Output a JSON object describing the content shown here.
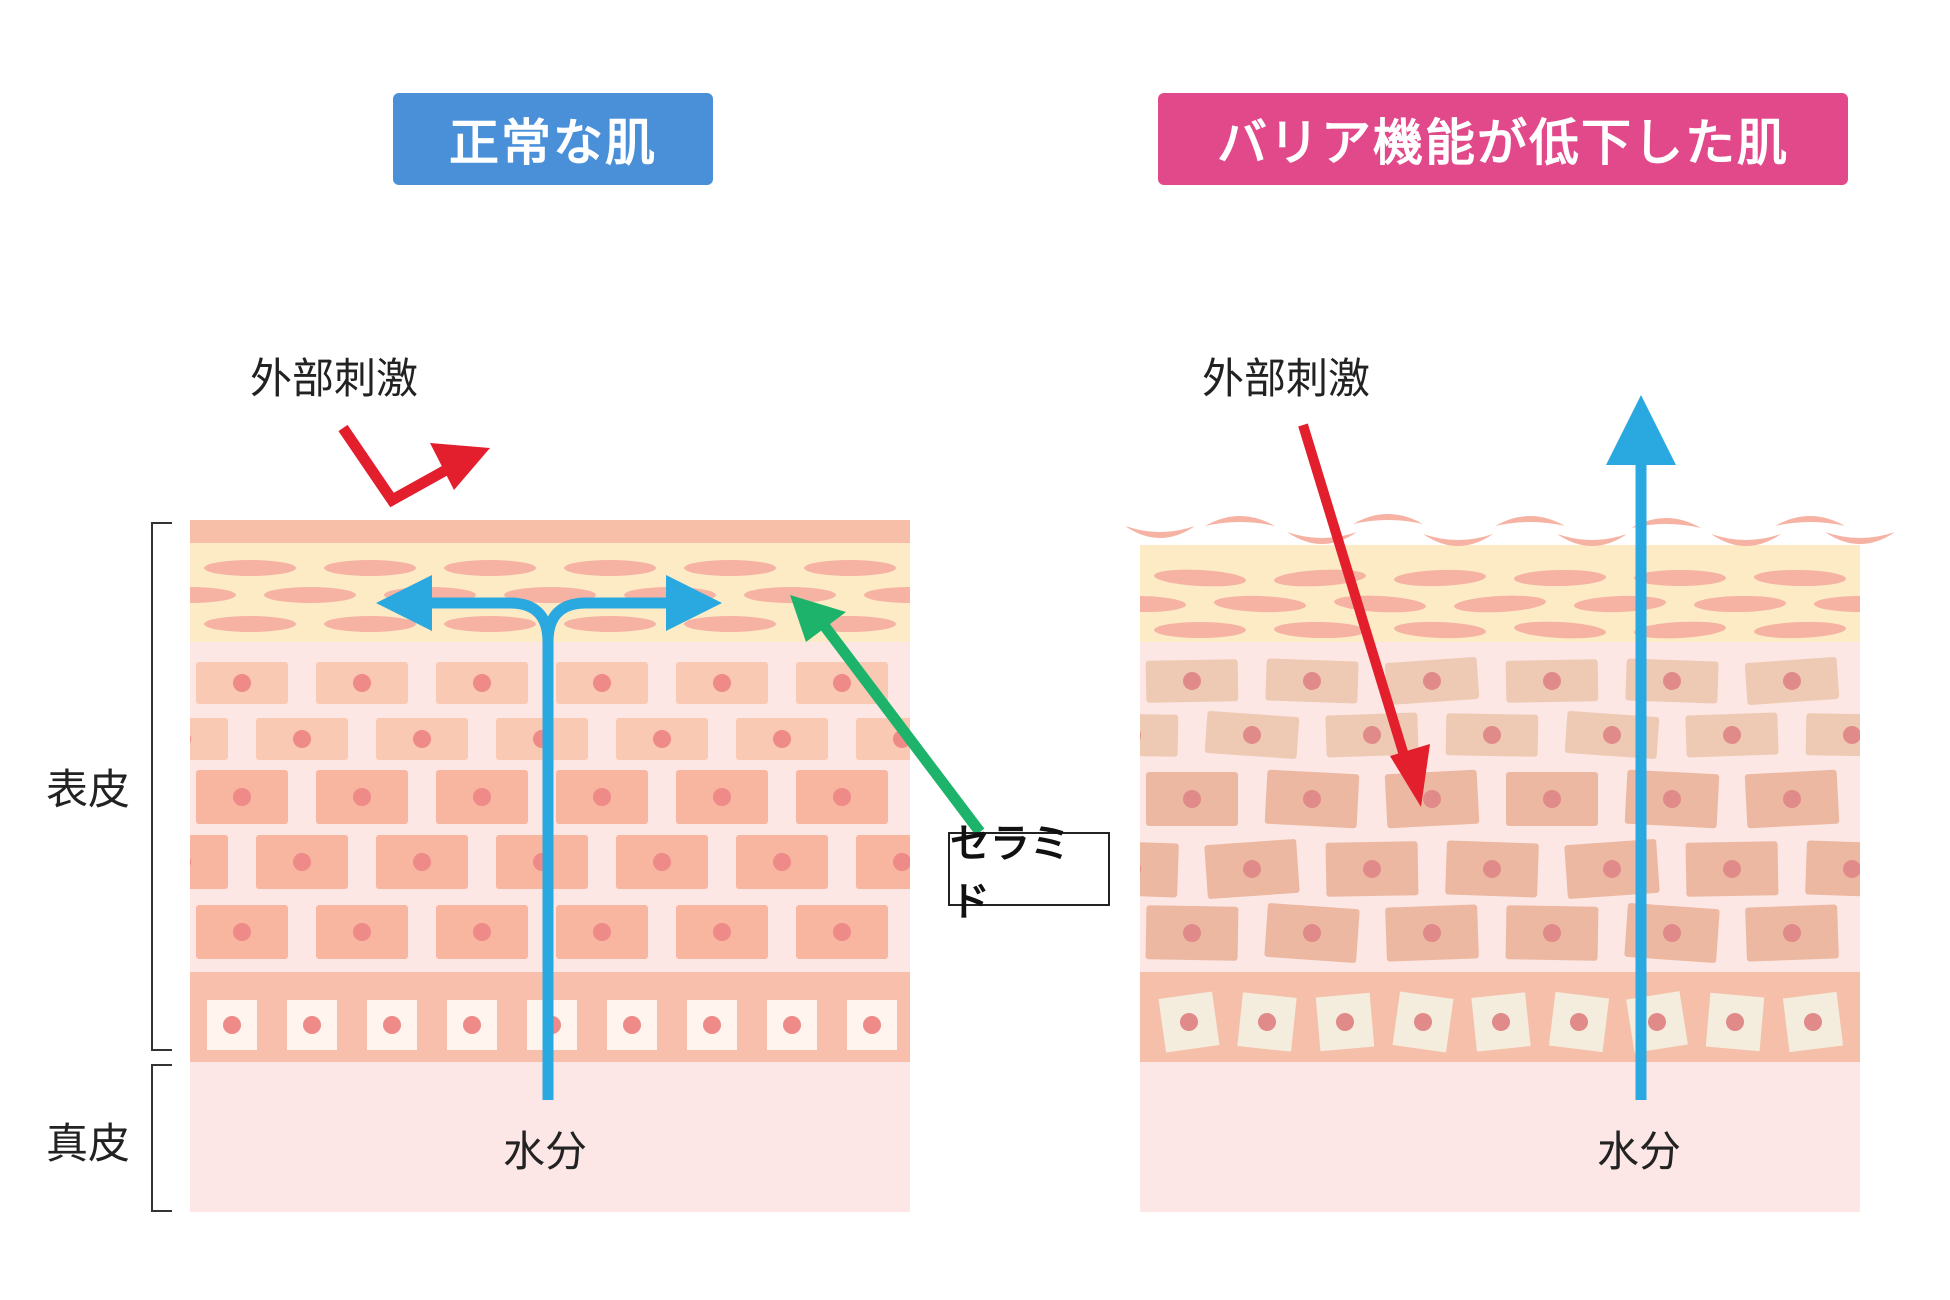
{
  "left": {
    "title": "正常な肌",
    "stimulus_label": "外部刺激",
    "water_label": "水分",
    "ceramide_label": "セラミド"
  },
  "right": {
    "title": "バリア機能が低下した肌",
    "stimulus_label": "外部刺激",
    "water_label": "水分"
  },
  "layers": {
    "epidermis": "表皮",
    "dermis": "真皮"
  },
  "colors": {
    "left_badge": "#4a90d9",
    "right_badge": "#e2498a",
    "water_arrow": "#2aa8e0",
    "stimulus_arrow": "#e31e2d",
    "ceramide_arrow": "#1db36b"
  }
}
